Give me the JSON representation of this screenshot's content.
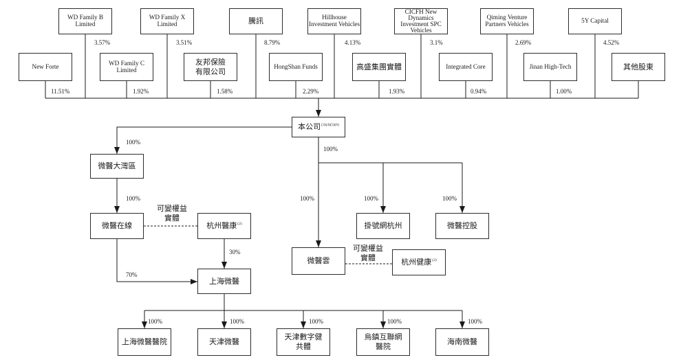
{
  "shareholders_top": [
    {
      "label": "WD Family B\nLimited",
      "percent": "3.57%"
    },
    {
      "label": "WD Family X\nLimited",
      "percent": "3.51%"
    },
    {
      "label": "騰訊",
      "percent": "8.79%"
    },
    {
      "label": "Hillhouse\nInvestment Vehicles",
      "percent": "4.13%"
    },
    {
      "label": "CICFH New\nDynamics\nInvestment SPC\nVehicles",
      "percent": "3.1%"
    },
    {
      "label": "Qiming Venture\nPartners Vehicles",
      "percent": "2.69%"
    },
    {
      "label": "5Y Capital",
      "percent": "4.52%"
    }
  ],
  "shareholders_bottom": [
    {
      "label": "New Forte",
      "percent": "11.51%"
    },
    {
      "label": "WD Family C\nLimited",
      "percent": "1.92%"
    },
    {
      "label": "友邦保險\n有限公司",
      "percent": "1.58%"
    },
    {
      "label": "HongShan Funds",
      "percent": "2.29%"
    },
    {
      "label": "高盛集團實體",
      "percent": "1.93%"
    },
    {
      "label": "Integrated Core",
      "percent": "0.94%"
    },
    {
      "label": "Jinan High-Tech",
      "percent": "1.00%"
    },
    {
      "label": "其他股東"
    }
  ],
  "company": {
    "label": "本公司",
    "note": "(3)(4)(5)(6)"
  },
  "left_branch": {
    "greater_bay_area": {
      "label": "微醫大灣區",
      "percent": "100%"
    },
    "online": {
      "label": "微醫在線",
      "percent": "100%"
    },
    "vie_label": "可變權益\n實體",
    "hangzhou_yikang": {
      "label": "杭州醫康",
      "note": "(2)"
    },
    "shanghai": {
      "label": "上海微醫",
      "percent_from_online": "70%",
      "percent_from_yikang": "30%"
    },
    "shanghai_subsidiaries": [
      {
        "label": "上海微醫醫院",
        "percent": "100%"
      },
      {
        "label": "天津微醫",
        "percent": "100%"
      },
      {
        "label": "天津數字健\n共體",
        "percent": "100%"
      },
      {
        "label": "烏鎮互聯網\n醫院",
        "percent": "100%"
      },
      {
        "label": "海南微醫",
        "percent": "100%"
      }
    ]
  },
  "right_branch": {
    "percent": "100%",
    "cloud": {
      "label": "微醫雲",
      "percent": "100%"
    },
    "guahao_hangzhou": {
      "label": "掛號網杭州",
      "percent": "100%"
    },
    "holdings": {
      "label": "微醫控股",
      "percent": "100%"
    },
    "vie_label": "可變權益\n實體",
    "hangzhou_health": {
      "label": "杭州健康",
      "note": "(2)"
    }
  }
}
